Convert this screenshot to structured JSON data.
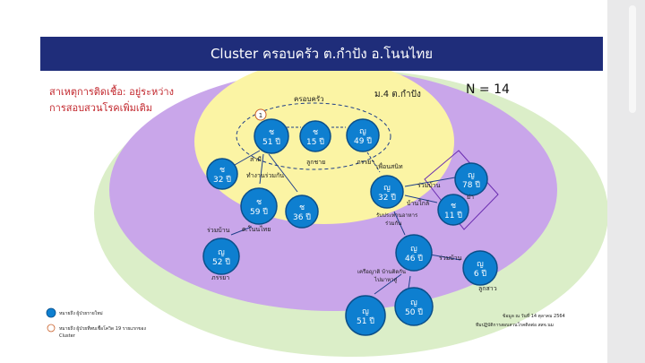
{
  "title": "Cluster ครอบครัว ต.กำปัง  อ.โนนไทย",
  "cause_line1": "สาเหตุการติดเชื้อ: อยู่ระหว่าง",
  "cause_line2": "การสอบสวนโรคเพิ่มเติม",
  "n_label": "N = 14",
  "village": "ม.4 ต.กำปัง",
  "family_label": "ครอบครัว",
  "colors": {
    "circle": "#0e7fd0",
    "circle_stroke": "#0b4f8a",
    "outer": "#dbeec8",
    "mid": "#c9a6ea",
    "inner": "#fbf4a4",
    "title": "#1f2d7a"
  },
  "people": [
    {
      "sex": "ช",
      "age": "51 ปี"
    },
    {
      "sex": "ช",
      "age": "15 ปี"
    },
    {
      "sex": "ญ",
      "age": "49 ปี"
    },
    {
      "sex": "ช",
      "age": "32 ปี"
    },
    {
      "sex": "ช",
      "age": "59 ปี"
    },
    {
      "sex": "ช",
      "age": "36 ปี"
    },
    {
      "sex": "ญ",
      "age": "52 ปี"
    },
    {
      "sex": "ญ",
      "age": "32 ปี"
    },
    {
      "sex": "ญ",
      "age": "78 ปี"
    },
    {
      "sex": "ช",
      "age": "11 ปี"
    },
    {
      "sex": "ญ",
      "age": "46 ปี"
    },
    {
      "sex": "ญ",
      "age": "6 ปี"
    },
    {
      "sex": "ญ",
      "age": "51 ปี"
    },
    {
      "sex": "ญ",
      "age": "50 ปี"
    }
  ],
  "index_marker": "1",
  "labels": {
    "son": "ลูกชาย",
    "wife1": "ภรรยา",
    "husband": "สามี",
    "work_together": "ทำงานร่วมกัน",
    "live_together1": "ร่วมบ้าน",
    "nonthai": "ต.โนนไทย",
    "wife2": "ภรรยา",
    "friend": "เพื่อนสนิท",
    "live_together2": "ร่วมบ้าน",
    "neighbor": "บ้านใกล้",
    "grandma": "ย่า",
    "meal": "รับประทานอาหาร",
    "together": "ร่วมกัน",
    "live_together3": "ร่วมบ้าน",
    "daughter": "ลูกสาว",
    "relatives": "เครือญาติ บ้านติดกัน",
    "visit": "ไปมาหาสู่"
  },
  "legend": {
    "item1": "หมายถึง ผู้ป่วยรายใหม่",
    "item2_line1": "หมายถึง ผู้ป่วยที่พบเชื้อโควิด 19 รายแรกของ",
    "item2_line2": "Cluster"
  },
  "footer": {
    "line1": "ข้อมูล ณ วันที่ 14 ตุลาคม 2564",
    "line2": "ทีมปฏิบัติการสอบสวนโรคติดต่อ สสจ.นม"
  }
}
